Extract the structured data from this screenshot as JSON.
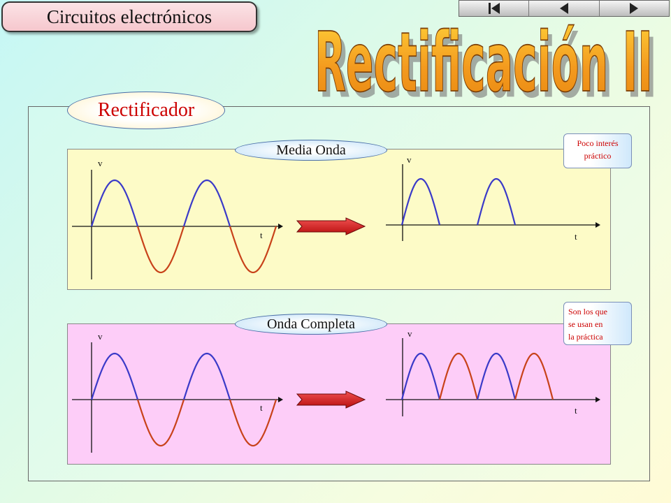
{
  "header": {
    "course_title": "Circuitos electrónicos"
  },
  "nav": {
    "buttons": [
      "first-icon",
      "back-icon",
      "forward-icon"
    ]
  },
  "slide": {
    "title": "Rectificación II"
  },
  "section": {
    "title": "Rectificador"
  },
  "half_wave": {
    "label": "Media Onda",
    "note_lines": [
      "Poco interés",
      "práctico"
    ],
    "axis_v": "v",
    "axis_t": "t"
  },
  "full_wave": {
    "label": "Onda Completa",
    "note_lines": [
      "Son los que",
      "se usan en",
      "la práctica"
    ],
    "axis_v": "v",
    "axis_t": "t"
  },
  "colors": {
    "positive": "#3a3ac8",
    "negative": "#c8421a",
    "arrow": "#d21a1a",
    "title_fill": "#f39a1e"
  },
  "chart_data": [
    {
      "type": "line",
      "title": "",
      "xlabel": "t",
      "ylabel": "v",
      "series": [
        {
          "name": "",
          "values": "sin(t), 2 cycles"
        }
      ]
    },
    {
      "type": "line",
      "title": "",
      "xlabel": "t",
      "ylabel": "v",
      "series": [
        {
          "name": "",
          "values": "max(sin(t), 0), 2 cycles"
        }
      ]
    },
    {
      "type": "line",
      "title": "",
      "xlabel": "t",
      "ylabel": "v",
      "series": [
        {
          "name": "",
          "values": "sin(t), 2 cycles"
        }
      ]
    },
    {
      "type": "line",
      "title": "",
      "xlabel": "t",
      "ylabel": "v",
      "series": [
        {
          "name": "",
          "values": "|sin(t)|, 2 cycles"
        }
      ]
    }
  ]
}
